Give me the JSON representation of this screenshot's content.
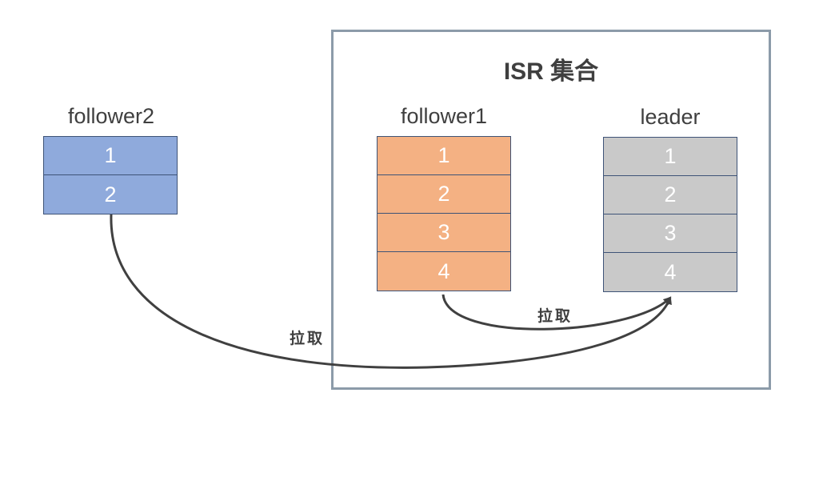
{
  "isr": {
    "title": "ISR 集合"
  },
  "follower2": {
    "label": "follower2",
    "cells": [
      "1",
      "2"
    ]
  },
  "follower1": {
    "label": "follower1",
    "cells": [
      "1",
      "2",
      "3",
      "4"
    ]
  },
  "leader": {
    "label": "leader",
    "cells": [
      "1",
      "2",
      "3",
      "4"
    ]
  },
  "edges": [
    {
      "from": "follower1",
      "to": "leader",
      "label": "拉取"
    },
    {
      "from": "follower2",
      "to": "leader",
      "label": "拉取"
    }
  ],
  "colors": {
    "follower2": "#8faadc",
    "follower1": "#f4b183",
    "leader": "#c9c9c9",
    "border": "#3e5377",
    "isr_border": "#8c9ba9",
    "arrow": "#404040"
  }
}
